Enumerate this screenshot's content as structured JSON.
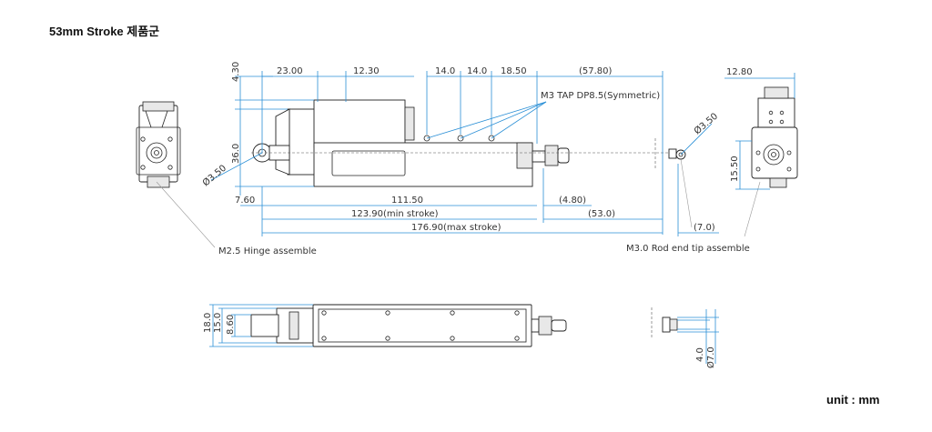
{
  "header": {
    "title": "53mm Stroke 제품군"
  },
  "footer": {
    "unit": "unit : mm"
  },
  "side_view": {
    "dim_4_30": "4.30",
    "dim_23_00": "23.00",
    "dim_12_30": "12.30",
    "dim_14_0_a": "14.0",
    "dim_14_0_b": "14.0",
    "dim_18_50": "18.50",
    "dim_57_80": "(57.80)",
    "dim_12_80": "12.80",
    "dim_36_0": "36.0",
    "dim_3_50_left": "Ø3.50",
    "dim_3_50_right": "Ø3.50",
    "dim_15_50": "15.50",
    "dim_7_60": "7.60",
    "dim_111_50": "111.50",
    "dim_4_80": "(4.80)",
    "dim_123_90": "123.90(min stroke)",
    "dim_53_0": "(53.0)",
    "dim_176_90": "176.90(max stroke)",
    "dim_7_0": "(7.0)",
    "note_tap": "M3 TAP DP8.5(Symmetric)",
    "note_hinge": "M2.5 Hinge assemble",
    "note_rod_end": "M3.0 Rod end tip assemble"
  },
  "bottom_view": {
    "dim_18_0": "18.0",
    "dim_15_0": "15.0",
    "dim_8_60": "8.60",
    "dim_4_0": "4.0",
    "dim_7_0_dia": "Ø7.0"
  }
}
